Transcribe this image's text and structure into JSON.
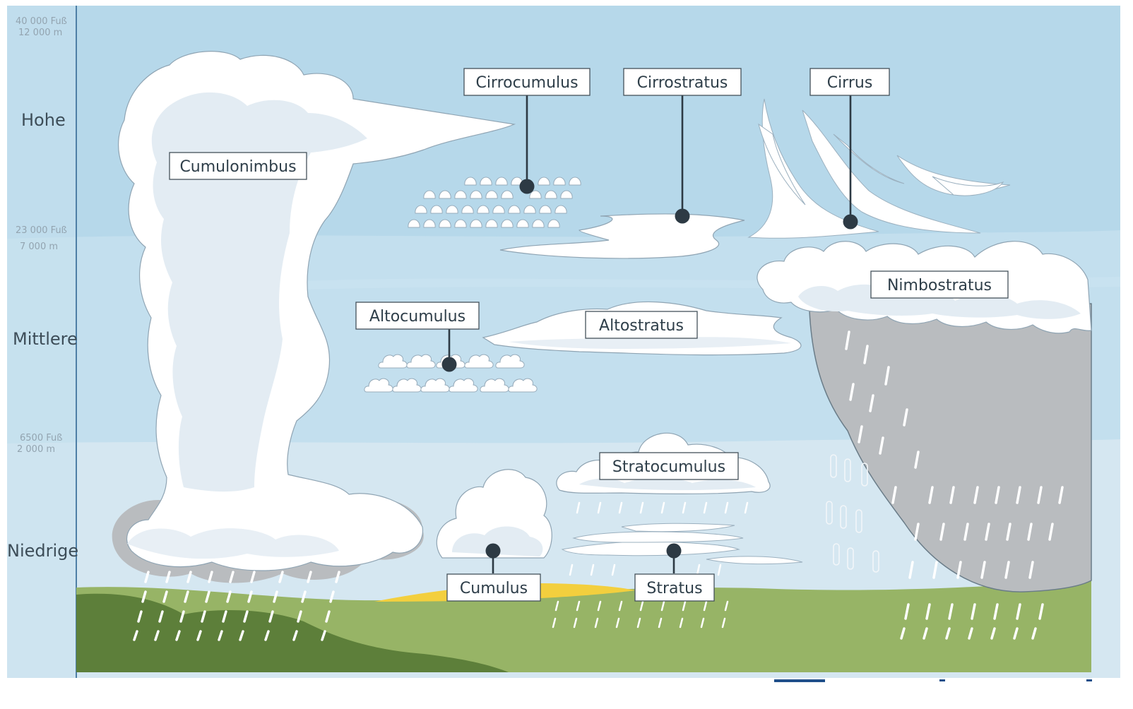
{
  "axis": {
    "levels": {
      "high": "Hohe",
      "middle": "Mittlere",
      "low": "Niedrige"
    },
    "altitudes": {
      "high_ft": "40 000 Fuß",
      "high_m": "12 000 m",
      "mid_ft": "23 000 Fuß",
      "mid_m": "7 000 m",
      "low_ft": "6500 Fuß",
      "low_m": "2 000 m"
    }
  },
  "labels": {
    "cumulonimbus": "Cumulonimbus",
    "cirrocumulus": "Cirrocumulus",
    "cirrostratus": "Cirrostratus",
    "cirrus": "Cirrus",
    "nimbostratus": "Nimbostratus",
    "altocumulus": "Altocumulus",
    "altostratus": "Altostratus",
    "stratocumulus": "Stratocumulus",
    "cumulus": "Cumulus",
    "stratus": "Stratus"
  },
  "colors": {
    "sky_high": "#b6d8ea",
    "sky_mid": "#c3dfee",
    "sky_low": "#d5e7f1",
    "ground_light": "#97b466",
    "ground_dark": "#5d7f3a",
    "sand": "#f3cf3e",
    "rain_cloud": "#b9bcbf"
  }
}
